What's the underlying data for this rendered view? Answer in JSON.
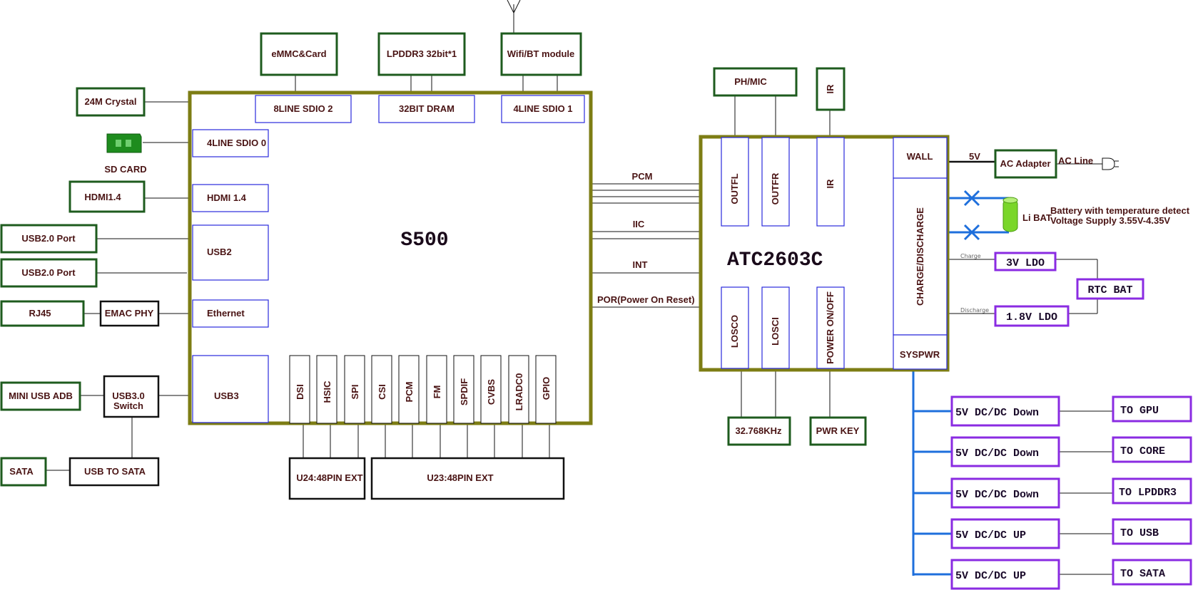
{
  "colors": {
    "green_border": "#1e5b1e",
    "blue_border": "#2a2adb",
    "purple_border": "#8a2be2",
    "chip_border": "#7d7d14",
    "power_bus": "#1e6fdc",
    "label_text": "#4a1414"
  },
  "soc": {
    "name": "S500",
    "top_ports": [
      "8LINE SDIO 2",
      "32BIT DRAM",
      "4LINE SDIO 1"
    ],
    "left_ports": [
      "4LINE SDIO 0",
      "HDMI 1.4",
      "USB2",
      "Ethernet",
      "USB3"
    ],
    "bottom_ports": [
      "DSI",
      "HSIC",
      "SPI",
      "CSI",
      "PCM",
      "FM",
      "SPDIF",
      "CVBS",
      "LRADC0",
      "GPIO"
    ]
  },
  "top_peripherals": [
    "eMMC&Card",
    "LPDDR3 32bit*1",
    "Wifi/BT module"
  ],
  "left_peripherals": {
    "crystal": "24M Crystal",
    "sd_card": "SD CARD",
    "hdmi": "HDMI1.4",
    "usb2_port_1": "USB2.0 Port",
    "usb2_port_2": "USB2.0 Port",
    "rj45": "RJ45",
    "emac_phy": "EMAC PHY",
    "mini_usb": "MINI USB ADB",
    "usb3_switch": [
      "USB3.0",
      "Switch"
    ],
    "sata": "SATA",
    "usb_to_sata": "USB TO SATA"
  },
  "bottom_connectors": [
    "U24:48PIN EXT",
    "U23:48PIN EXT"
  ],
  "buses": [
    "PCM",
    "IIC",
    "INT",
    "POR(Power On Reset)"
  ],
  "pmic": {
    "name": "ATC2603C",
    "top_ports": [
      "OUTFL",
      "OUTFR",
      "IR"
    ],
    "bottom_ports": [
      "LOSCO",
      "LOSCI",
      "POWER ON/OFF"
    ],
    "right_blocks": [
      "WALL",
      "CHARGE/DISCHARGE",
      "SYSPWR"
    ]
  },
  "pmic_peripherals": {
    "ph_mic": "PH/MIC",
    "ir": "IR",
    "crystal": "32.768KHz",
    "pwr_key": "PWR KEY"
  },
  "power": {
    "wall_voltage": "5V",
    "ac_adapter": "AC Adapter",
    "ac_line": "AC Line",
    "battery": "Li BAT",
    "battery_note_1": "Battery with temperature detect",
    "battery_note_2": "Voltage Supply 3.55V-4.35V",
    "charge_label": "Charge",
    "discharge_label": "Discharge",
    "ldo_3v": "3V LDO",
    "ldo_18v": "1.8V LDO",
    "rtc_bat": "RTC BAT"
  },
  "dcdc": [
    {
      "converter": "5V DC/DC Down",
      "target": "TO GPU"
    },
    {
      "converter": "5V DC/DC Down",
      "target": "TO CORE"
    },
    {
      "converter": "5V DC/DC Down",
      "target": "TO LPDDR3"
    },
    {
      "converter": "5V DC/DC UP",
      "target": "TO USB"
    },
    {
      "converter": "5V DC/DC UP",
      "target": "TO SATA"
    }
  ]
}
